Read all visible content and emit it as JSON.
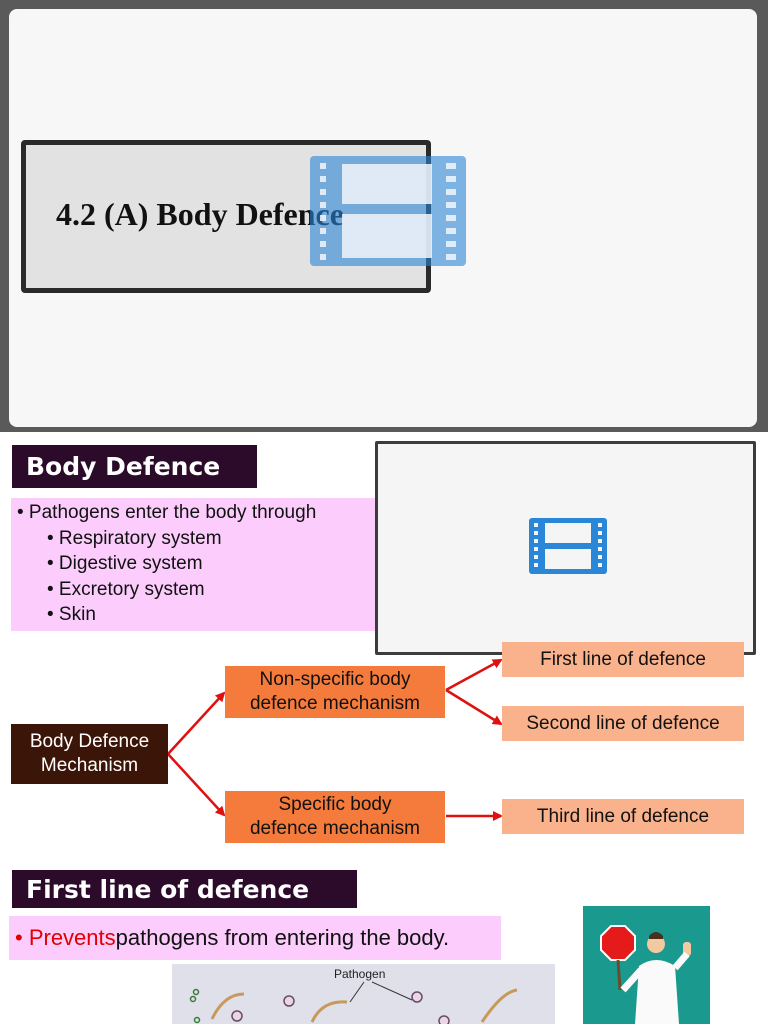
{
  "slide1": {
    "title": "4.2 (A) Body Defence",
    "icon": "film-icon"
  },
  "slide2": {
    "heading": "Body Defence",
    "pathogens": {
      "intro": "• Pathogens enter the body through",
      "items": [
        "• Respiratory system",
        "• Digestive system",
        "• Excretory system",
        "• Skin"
      ]
    },
    "video_icon": "film-icon",
    "flow": {
      "root": [
        "Body Defence",
        "Mechanism"
      ],
      "non_specific": [
        "Non-specific body",
        "defence mechanism"
      ],
      "specific": [
        "Specific body",
        "defence mechanism"
      ],
      "first": "First line of defence",
      "second": "Second line of defence",
      "third": "Third line of defence"
    },
    "colors": {
      "root": "#3b1608",
      "mechanism": "#f47b3c",
      "line": "#f9b28c",
      "arrow": "#e01010"
    }
  },
  "slide3": {
    "heading": "First line of defence",
    "prevents_highlight": "• Prevents",
    "prevents_rest": " pathogens from entering the body.",
    "diagram_label": "Pathogen"
  }
}
